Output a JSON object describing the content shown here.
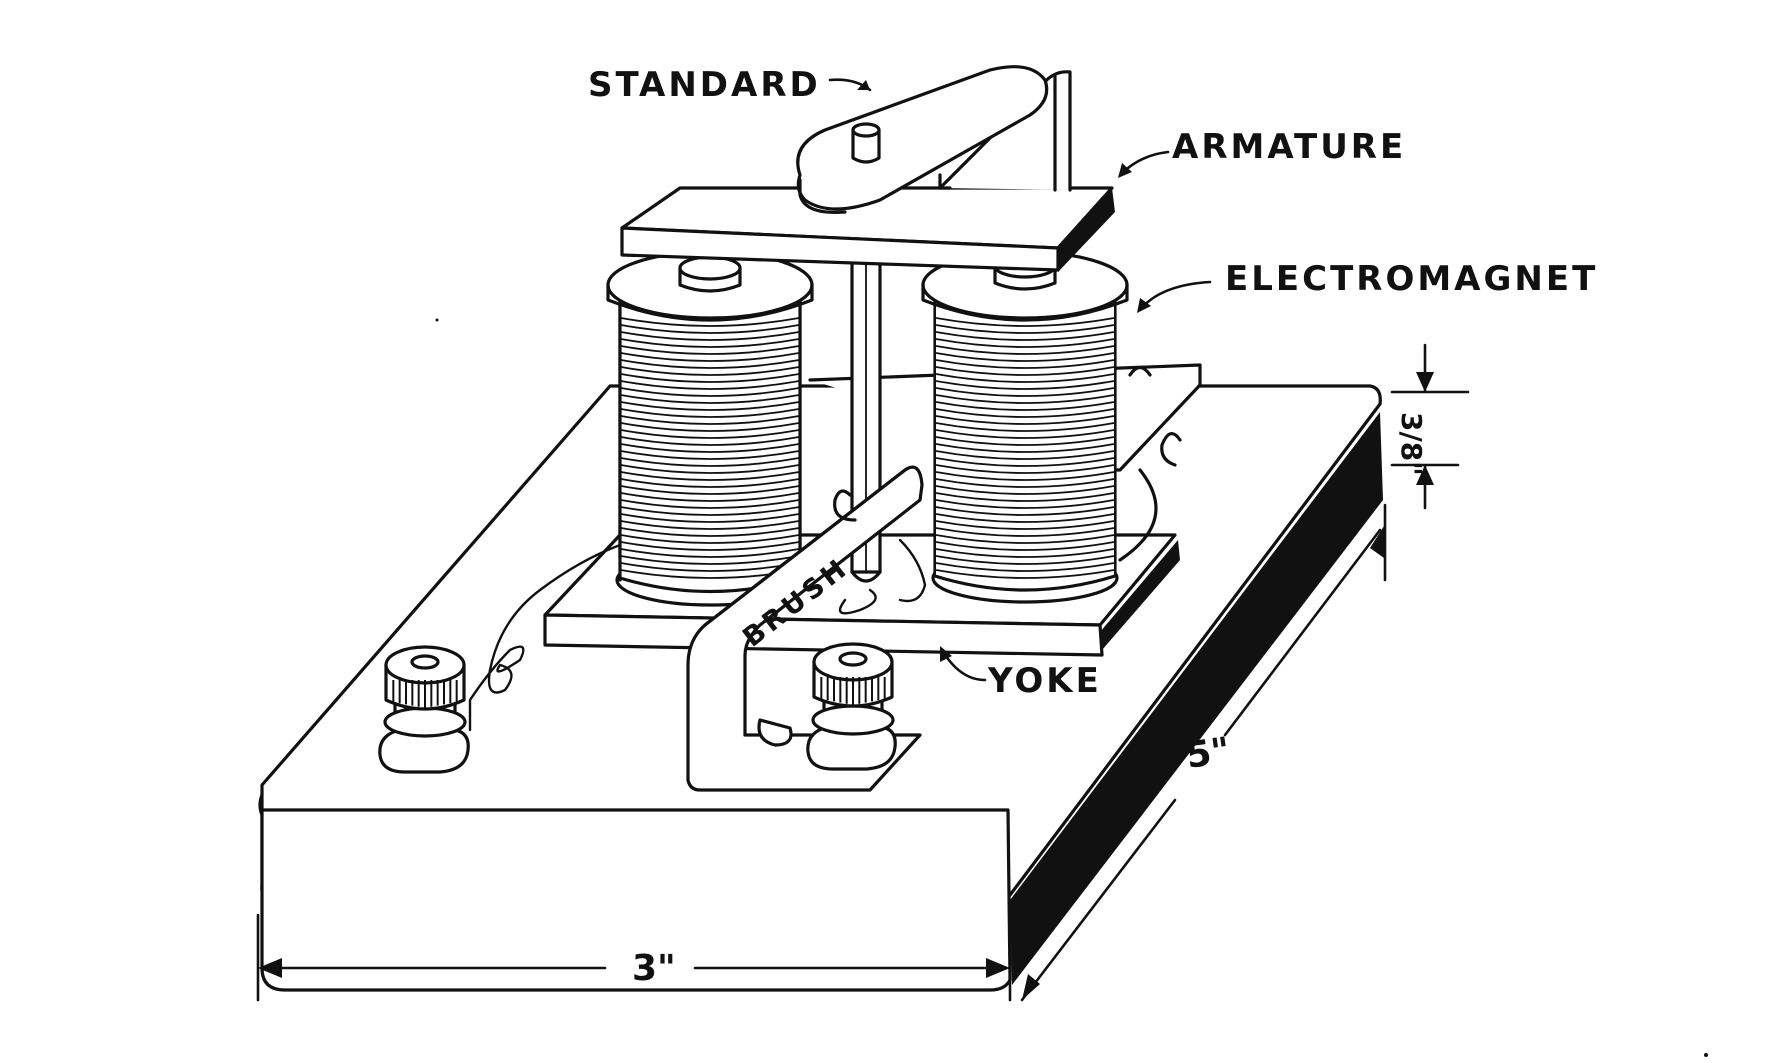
{
  "labels": {
    "standard": "STANDARD",
    "armature": "ARMATURE",
    "electromagnet": "ELECTROMAGNET",
    "brush": "BRUSH",
    "yoke": "YOKE"
  },
  "dimensions": {
    "width": "3\"",
    "length": "5\"",
    "thickness": "3/8\""
  },
  "colors": {
    "ink": "#111111",
    "paper": "#ffffff"
  }
}
